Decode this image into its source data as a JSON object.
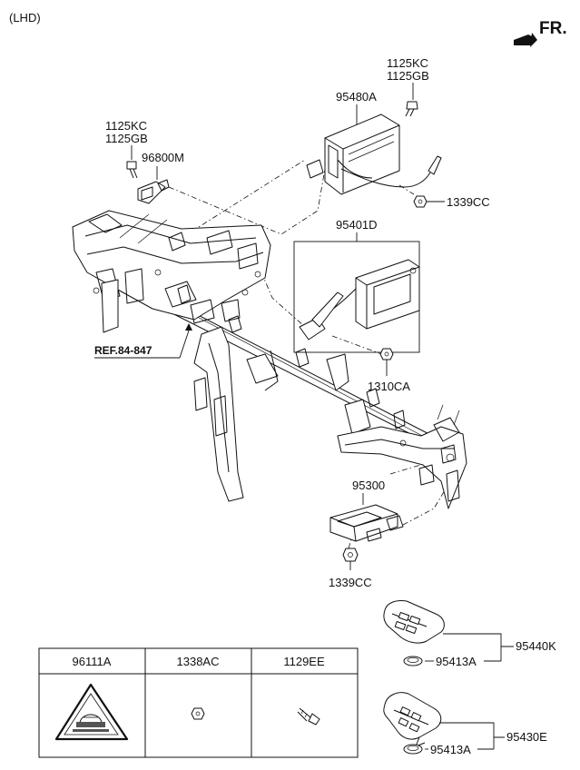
{
  "header": {
    "variant": "(LHD)",
    "direction": "FR."
  },
  "labels": {
    "p_1125kc_a": "1125KC",
    "p_1125gb_a": "1125GB",
    "p_95480a": "95480A",
    "p_1125kc_b": "1125KC",
    "p_1125gb_b": "1125GB",
    "p_96800m": "96800M",
    "p_1339cc_a": "1339CC",
    "p_95401d": "95401D",
    "p_ref": "REF.84-847",
    "p_1310ca": "1310CA",
    "p_95300": "95300",
    "p_1339cc_b": "1339CC",
    "p_95440k": "95440K",
    "p_95413a_a": "95413A",
    "p_95430e": "95430E",
    "p_95413a_b": "95413A"
  },
  "table": {
    "headers": [
      "96111A",
      "1338AC",
      "1129EE"
    ]
  },
  "icons": [
    "arrow-fr-icon",
    "nut-icon",
    "bolt-icon",
    "warning-triangle-icon"
  ]
}
